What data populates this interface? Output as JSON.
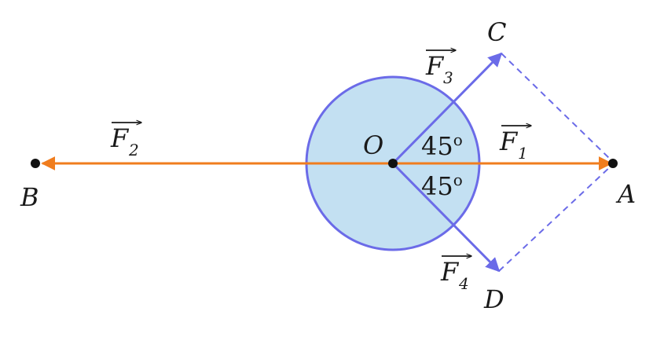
{
  "colors": {
    "circle_fill": "#c3e0f2",
    "circle_stroke": "#6b6be8",
    "force_blue": "#6b6be8",
    "force_orange": "#f07d1e",
    "point": "#111111"
  },
  "points": {
    "O": "O",
    "A": "A",
    "B": "B",
    "C": "C",
    "D": "D"
  },
  "forces": {
    "F1": {
      "letter": "F",
      "subscript": "1"
    },
    "F2": {
      "letter": "F",
      "subscript": "2"
    },
    "F3": {
      "letter": "F",
      "subscript": "3"
    },
    "F4": {
      "letter": "F",
      "subscript": "4"
    }
  },
  "angles": {
    "upper": "45",
    "lower": "45",
    "unit": "o"
  }
}
